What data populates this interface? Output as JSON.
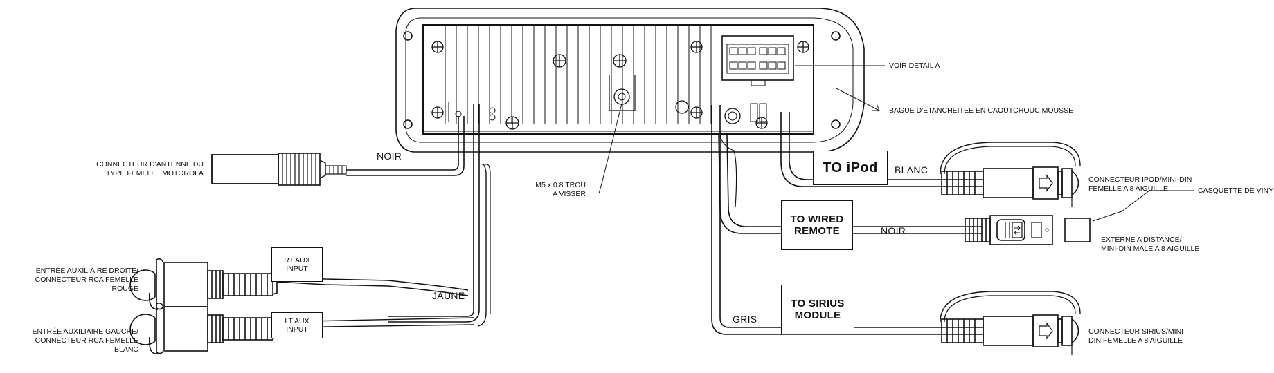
{
  "labels": {
    "voir_detail": "VOIR DETAIL A",
    "bague": "BAGUE D'ETANCHEITEE EN CAOUTCHOUC MOUSSE",
    "antenne_l1": "CONNECTEUR D'ANTENNE DU",
    "antenne_l2": "TYPE FEMELLE MOTOROLA",
    "trou_l1": "M5 x 0.8 TROU",
    "trou_l2": "A VISSER",
    "aux_droite_l1": "ENTRÉE AUXILIAIRE DROITE/",
    "aux_droite_l2": "CONNECTEUR RCA FEMELLE",
    "aux_droite_l3": "ROUGE",
    "aux_gauche_l1": "ENTRÉE AUXILIAIRE  GAUCHE/",
    "aux_gauche_l2": "CONNECTEUR RCA FEMELLE",
    "aux_gauche_l3": "BLANC",
    "ipod_conn_l1": "CONNECTEUR IPOD/MINI-DIN",
    "ipod_conn_l2": "FEMELLE A 8 AIGUILLE",
    "casquette": "CASQUETTE DE VINYLE",
    "remote_conn_l1": "EXTERNE A DISTANCE/",
    "remote_conn_l2": "MINI-DIN MALE A 8 AIGUILLE",
    "sirius_conn_l1": "CONNECTEUR SIRIUS/MINI",
    "sirius_conn_l2": "DIN FEMELLE A 8 AIGUILLE"
  },
  "wires": {
    "noir_antenna": "NOIR",
    "jaune": "JAUNE",
    "blanc": "BLANC",
    "noir_remote": "NOIR",
    "gris": "GRIS"
  },
  "boxes": {
    "ipod": "TO iPod",
    "remote_l1": "TO WIRED",
    "remote_l2": "REMOTE",
    "sirius_l1": "TO SIRIUS",
    "sirius_l2": "MODULE",
    "rt_aux_l1": "RT  AUX",
    "rt_aux_l2": "INPUT",
    "lt_aux_l1": "LT  AUX",
    "lt_aux_l2": "INPUT"
  }
}
